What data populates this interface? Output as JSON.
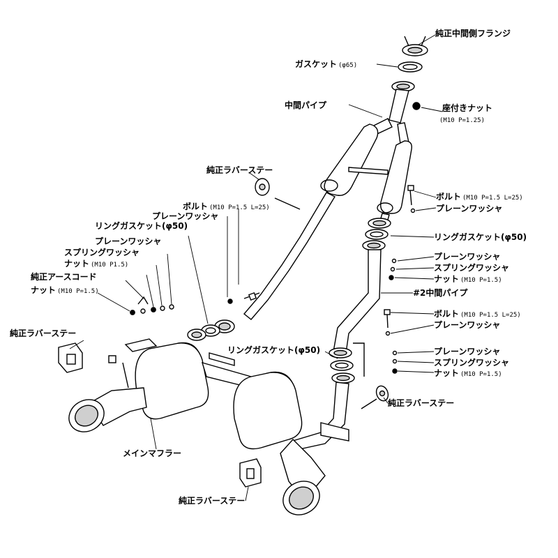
{
  "labels": {
    "oem_mid_flange": "純正中間側フランジ",
    "gasket": "ガスケット",
    "gasket_spec": "(φ65)",
    "mid_pipe": "中間パイプ",
    "flange_nut": "座付きナット",
    "flange_nut_spec": "(M10 P=1.25)",
    "oem_rubber_stay_top": "純正ラバーステー",
    "bolt_left": "ボルト",
    "bolt_left_spec": "(M10 P=1.5 L=25)",
    "plain_washer_left": "プレーンワッシャ",
    "ring_gasket_left": "リングガスケット(φ50)",
    "plain_washer_left2": "プレーンワッシャ",
    "spring_washer_left": "スプリングワッシャ",
    "nut_left": "ナット",
    "nut_left_spec": "(M10 P1.5)",
    "oem_earth_cord": "純正アースコード",
    "nut_left2": "ナット",
    "nut_left2_spec": "(M10 P=1.5)",
    "oem_rubber_stay_left": "純正ラバーステー",
    "bolt_right": "ボルト",
    "bolt_right_spec": "(M10 P=1.5 L=25)",
    "plain_washer_right": "プレーンワッシャ",
    "ring_gasket_right": "リングガスケット(φ50)",
    "plain_washer_right2": "プレーンワッシャ",
    "spring_washer_right": "スプリングワッシャ",
    "nut_right": "ナット",
    "nut_right_spec": "(M10 P=1.5)",
    "mid_pipe_2": "#2中間パイプ",
    "bolt_right2": "ボルト",
    "bolt_right2_spec": "(M10 P=1.5 L=25)",
    "plain_washer_right3": "プレーンワッシャ",
    "ring_gasket_center": "リングガスケット(φ50)",
    "plain_washer_right4": "プレーンワッシャ",
    "spring_washer_right2": "スプリングワッシャ",
    "nut_right2": "ナット",
    "nut_right2_spec": "(M10 P=1.5)",
    "oem_rubber_stay_right": "純正ラバーステー",
    "main_muffler": "メインマフラー",
    "oem_rubber_stay_bottom": "純正ラバーステー"
  }
}
